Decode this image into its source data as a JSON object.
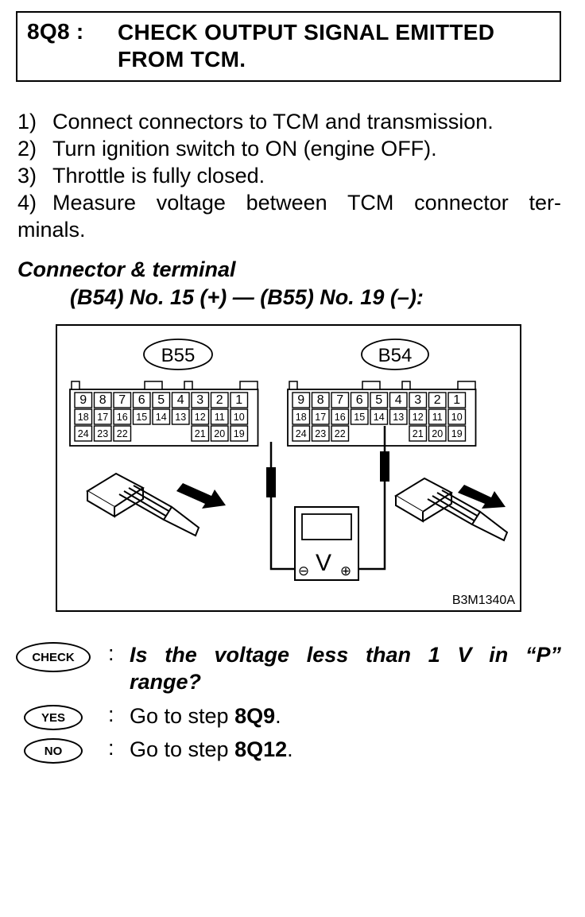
{
  "header": {
    "step_code": "8Q8 :",
    "title_line1": "CHECK OUTPUT SIGNAL EMITTED",
    "title_line2": "FROM TCM."
  },
  "procedure": [
    {
      "num": "1)",
      "text": "Connect connectors to TCM and transmission."
    },
    {
      "num": "2)",
      "text": "Turn ignition switch to ON (engine OFF)."
    },
    {
      "num": "3)",
      "text": "Throttle is fully closed."
    },
    {
      "num": "4)",
      "text": "Measure voltage between TCM connector ter-",
      "cont": "minals."
    }
  ],
  "connector": {
    "label": "Connector & terminal",
    "formula": "(B54) No. 15 (+) — (B55) No. 19 (–):"
  },
  "diagram": {
    "left_connector": "B55",
    "right_connector": "B54",
    "left_row1": [
      "9",
      "8",
      "7",
      "6",
      "5",
      "4",
      "3",
      "2",
      "1"
    ],
    "left_row2": [
      "18",
      "17",
      "16",
      "15",
      "14",
      "13",
      "12",
      "11",
      "10"
    ],
    "left_row3": [
      "24",
      "23",
      "22",
      "21",
      "20",
      "19"
    ],
    "right_row1": [
      "9",
      "8",
      "7",
      "6",
      "5",
      "4",
      "3",
      "2",
      "1"
    ],
    "right_row2": [
      "18",
      "17",
      "16",
      "15",
      "14",
      "13",
      "12",
      "11",
      "10"
    ],
    "right_row3": [
      "24",
      "23",
      "22",
      "21",
      "20",
      "19"
    ],
    "meter_symbol": "V",
    "neg_symbol": "⊖",
    "pos_symbol": "⊕",
    "figure_code": "B3M1340A"
  },
  "result": {
    "check_badge": "CHECK",
    "yes_badge": "YES",
    "no_badge": "NO",
    "separator": ":",
    "question_line1": "Is the voltage less than 1 V in “P”",
    "question_line2": "range?",
    "yes_text": "Go to step ",
    "yes_step": "8Q9",
    "yes_tail": ".",
    "no_text": "Go to step ",
    "no_step": "8Q12",
    "no_tail": "."
  }
}
